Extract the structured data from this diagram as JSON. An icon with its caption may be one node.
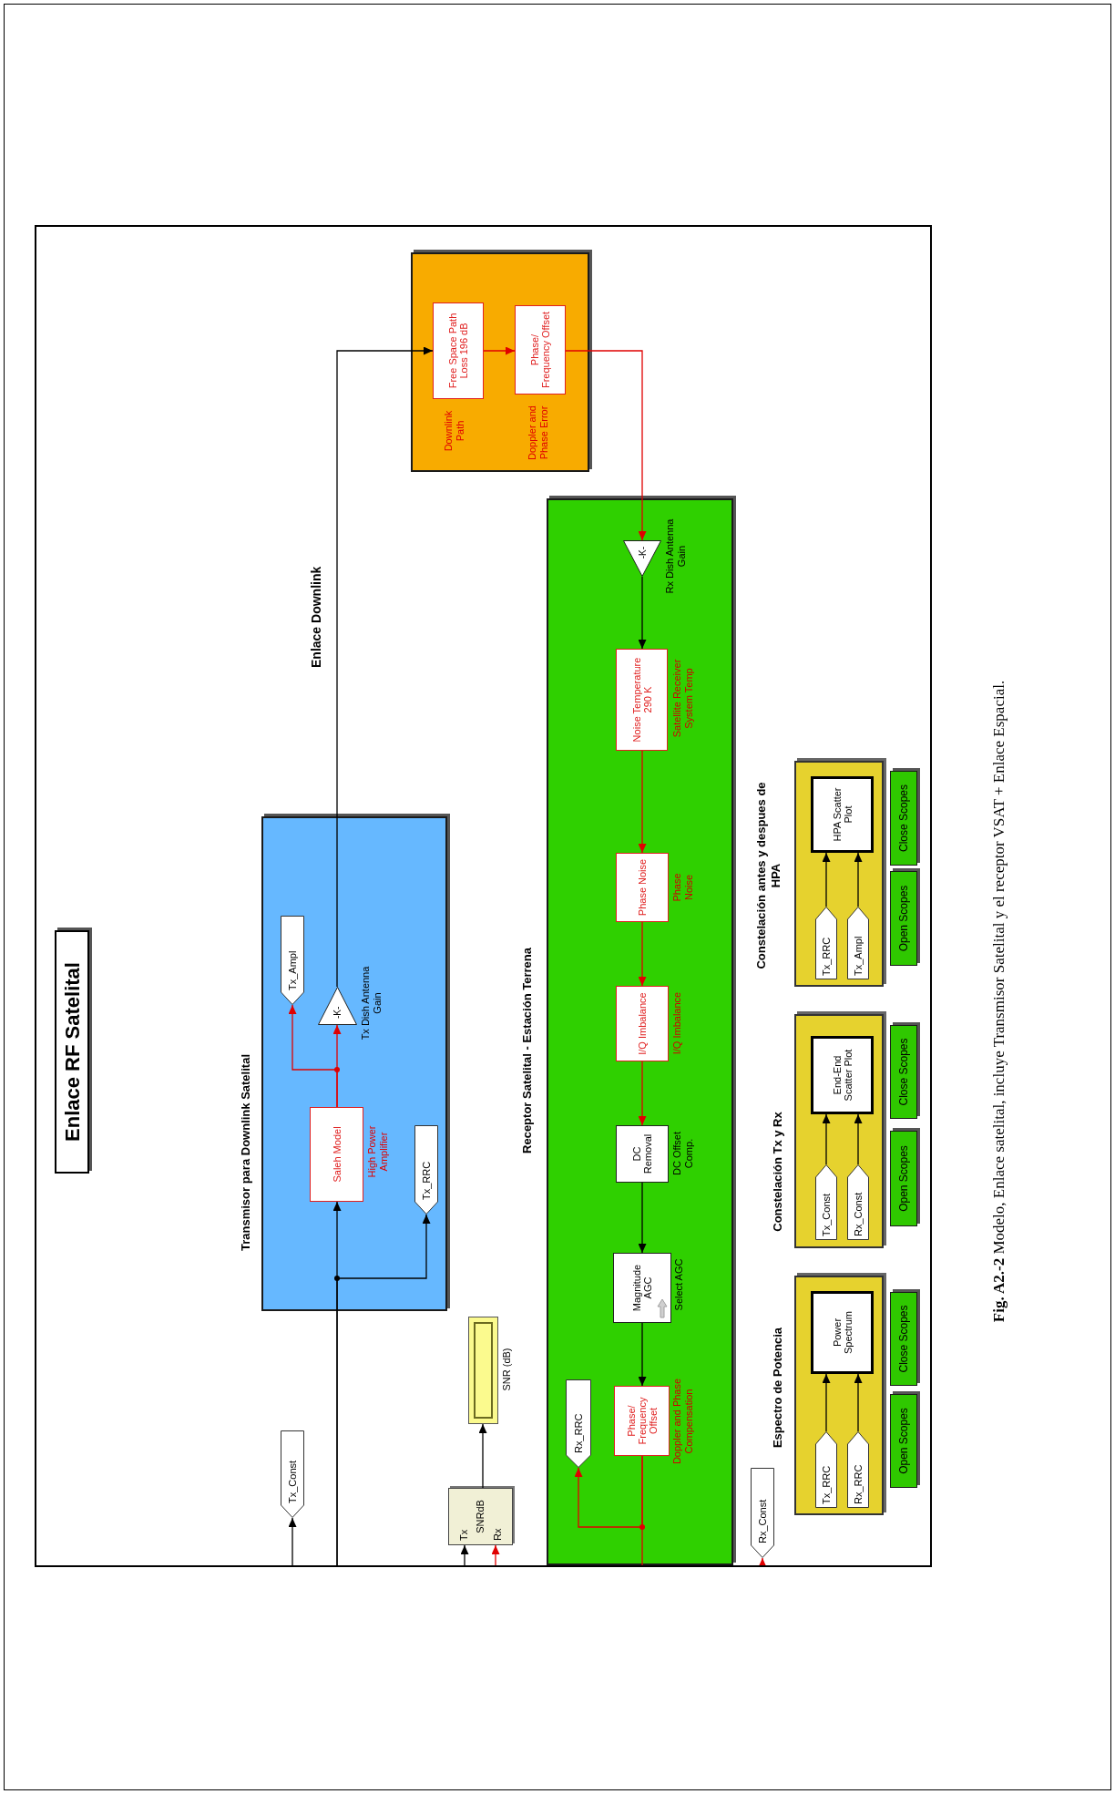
{
  "diagram": {
    "caption": "**Fig. A2.-2** Modelo, Enlace satelital, incluye Transmisor Satelital y el receptor VSAT + Enlace Espacial.",
    "nodes": [
      {
        "text": [
          "Enlace RF Satelital"
        ]
      },
      {
        "text": [
          "Transmisor para Downlink Satelital"
        ]
      },
      {
        "text": [
          "Saleh Model"
        ],
        "in": 1,
        "beside": [
          "High Power Amplifier"
        ]
      },
      {
        "text": [
          "Tx_Ampl"
        ],
        "in": 1
      },
      {
        "text": [
          "-K-"
        ],
        "in": 1,
        "beside": [
          "Tx Dish Antenna Gain"
        ]
      },
      {
        "text": [
          "Tx_RRC"
        ],
        "in": 1
      },
      {
        "text": [
          "Tx_Const"
        ]
      },
      {
        "text": [
          "Tx",
          "SNRdB",
          "Rx"
        ]
      },
      {
        "text": [],
        "shape": "box",
        "beside": [
          "SNR (dB)"
        ]
      },
      {
        "text": [],
        "shape": "box"
      },
      {
        "text": [
          "Free Space Path Loss 196 dB"
        ],
        "in": 9,
        "beside": [
          "Downlink Path"
        ]
      },
      {
        "text": [
          "Phase/ Frequency Offset"
        ],
        "in": 9,
        "beside": [
          "Doppler and Phase Error"
        ]
      },
      {
        "text": [
          "Receptor Satelital - Estación Terrena"
        ]
      },
      {
        "text": [
          "-K-"
        ],
        "in": 12,
        "beside": [
          "Rx Dish Antenna Gain"
        ]
      },
      {
        "text": [
          "Noise Temperature 290 K"
        ],
        "in": 12,
        "beside": [
          "Satellite Receiver System Temp"
        ]
      },
      {
        "text": [
          "Phase Noise"
        ],
        "in": 12,
        "beside": [
          "Phase Noise"
        ]
      },
      {
        "text": [
          "I/Q Imbalance"
        ],
        "in": 12,
        "beside": [
          "I/Q Imbalance"
        ]
      },
      {
        "text": [
          "DC Removal"
        ],
        "in": 12,
        "beside": [
          "DC Offset Comp."
        ]
      },
      {
        "text": [
          "Magnitude AGC"
        ],
        "in": 12,
        "beside": [
          "Select AGC"
        ]
      },
      {
        "text": [
          "Phase/ Frequency Offset"
        ],
        "in": 12,
        "beside": [
          "Doppler and Phase Compensation"
        ]
      },
      {
        "text": [
          "Rx_RRC"
        ],
        "in": 12
      },
      {
        "text": [
          "Rx_Const"
        ]
      },
      {
        "text": [
          "Espectro de Potencia"
        ]
      },
      {
        "text": [
          "Tx_RRC"
        ],
        "in": 22
      },
      {
        "text": [
          "Rx_RRC"
        ],
        "in": 22
      },
      {
        "text": [
          "Power Spectrum"
        ],
        "in": 22
      },
      {
        "text": [
          "Open Scopes"
        ]
      },
      {
        "text": [
          "Close Scopes"
        ]
      },
      {
        "text": [
          "Constelación Tx y Rx"
        ]
      },
      {
        "text": [
          "Tx_Const"
        ],
        "in": 28
      },
      {
        "text": [
          "Rx_Const"
        ],
        "in": 28
      },
      {
        "text": [
          "End-End Scatter Plot"
        ],
        "in": 28
      },
      {
        "text": [
          "Open Scopes"
        ]
      },
      {
        "text": [
          "Close Scopes"
        ]
      },
      {
        "text": [
          "Constelación antes y despues de HPA"
        ]
      },
      {
        "text": [
          "Tx_RRC"
        ],
        "in": 34
      },
      {
        "text": [
          "Tx_Ampl"
        ],
        "in": 34
      },
      {
        "text": [
          "HPA Scatter Plot"
        ],
        "in": 34
      },
      {
        "text": [
          "Open Scopes"
        ]
      },
      {
        "text": [
          "Close Scopes"
        ]
      }
    ],
    "edges": [
      {
        "from": null,
        "to": 2,
        "arrow": "to"
      },
      {
        "from": null,
        "to": 5,
        "arrow": "to"
      },
      {
        "from": 2,
        "to": 3,
        "arrow": "to",
        "color": "#e00000"
      },
      {
        "from": 2,
        "to": 4,
        "arrow": "to",
        "color": "#e00000"
      },
      {
        "from": 4,
        "to": 10,
        "arrow": "to",
        "label": "Enlace Downlink"
      },
      {
        "from": 10,
        "to": 11,
        "arrow": "to",
        "color": "#e00000"
      },
      {
        "from": 11,
        "to": 13,
        "arrow": "to",
        "color": "#e00000"
      },
      {
        "from": 13,
        "to": 14,
        "arrow": "to"
      },
      {
        "from": 14,
        "to": 15,
        "arrow": "to",
        "color": "#e00000"
      },
      {
        "from": 15,
        "to": 16,
        "arrow": "to",
        "color": "#e00000"
      },
      {
        "from": 16,
        "to": 17,
        "arrow": "to",
        "color": "#e00000"
      },
      {
        "from": 17,
        "to": 18,
        "arrow": "to"
      },
      {
        "from": 18,
        "to": 19,
        "arrow": "to"
      },
      {
        "from": 19,
        "to": 20,
        "arrow": "to",
        "color": "#e00000"
      },
      {
        "from": 19,
        "to": null,
        "arrow": "none",
        "color": "#e00000"
      },
      {
        "from": null,
        "to": 6,
        "arrow": "to"
      },
      {
        "from": null,
        "to": 7,
        "arrow": "to"
      },
      {
        "from": null,
        "to": 7,
        "arrow": "to",
        "color": "#e00000"
      },
      {
        "from": 7,
        "to": 8,
        "arrow": "to"
      },
      {
        "from": null,
        "to": 21,
        "arrow": "to",
        "color": "#e00000"
      },
      {
        "from": 23,
        "to": 25,
        "arrow": "to"
      },
      {
        "from": 24,
        "to": 25,
        "arrow": "to"
      },
      {
        "from": 29,
        "to": 31,
        "arrow": "to"
      },
      {
        "from": 30,
        "to": 31,
        "arrow": "to"
      },
      {
        "from": 35,
        "to": 37,
        "arrow": "to"
      },
      {
        "from": 36,
        "to": 37,
        "arrow": "to"
      }
    ]
  }
}
